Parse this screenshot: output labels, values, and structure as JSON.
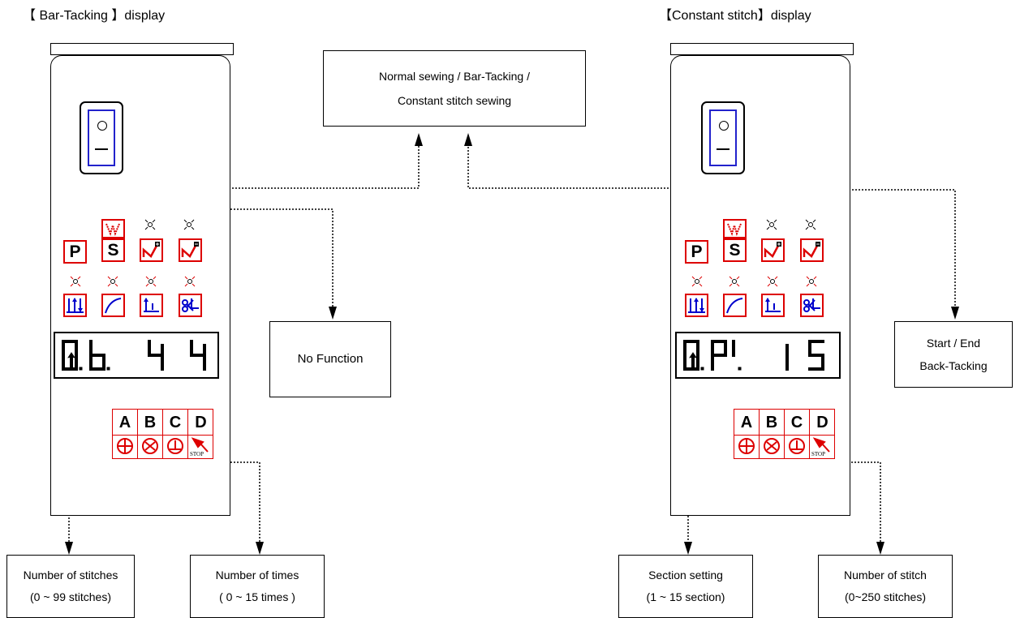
{
  "left_title": "【 Bar-Tacking 】display",
  "right_title": "【Constant stitch】display",
  "mode_box": {
    "line1": "Normal sewing   /   Bar-Tacking   /",
    "line2": "Constant stitch sewing"
  },
  "no_function": "No Function",
  "start_end": {
    "line1": "Start / End",
    "line2": "Back-Tacking"
  },
  "left_panel": {
    "keys_row1": [
      "P",
      "S"
    ],
    "display_text": "0.b. 4 4",
    "abcd": [
      "A",
      "B",
      "C",
      "D"
    ],
    "stop_label": "STOP"
  },
  "right_panel": {
    "keys_row1": [
      "P",
      "S"
    ],
    "display_text": "0.P1. 15",
    "abcd": [
      "A",
      "B",
      "C",
      "D"
    ],
    "stop_label": "STOP"
  },
  "labels": {
    "stitches": {
      "line1": "Number of stitches",
      "line2": "(0 ~ 99 stitches)"
    },
    "times": {
      "line1": "Number of times",
      "line2": "( 0 ~ 15 times )"
    },
    "section": {
      "line1": "Section setting",
      "line2": "(1 ~ 15 section)"
    },
    "stitch": {
      "line1": "Number of stitch",
      "line2": "(0~250 stitches)"
    }
  },
  "colors": {
    "accent_red": "#dd0000",
    "key_blue": "#0000cc"
  }
}
